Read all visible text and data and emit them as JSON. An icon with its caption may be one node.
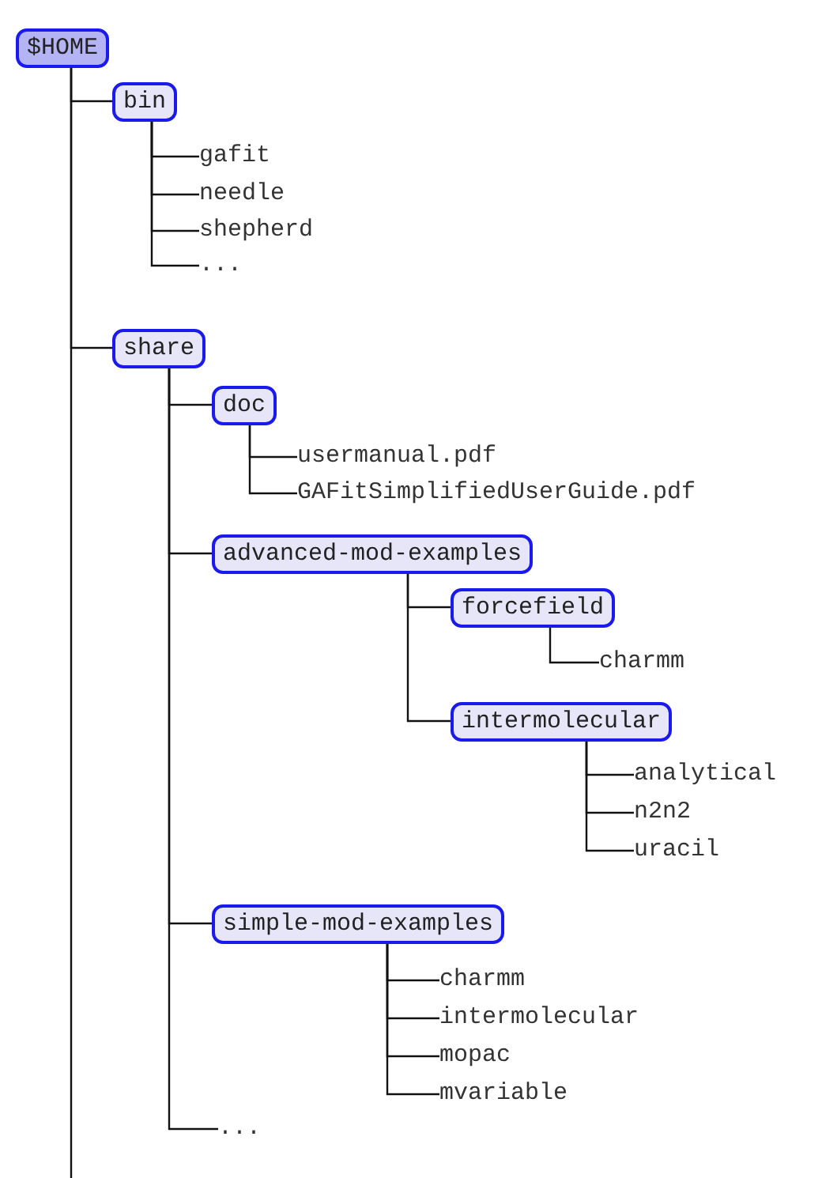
{
  "diagram": {
    "nodes": [
      {
        "text": [
          "$HOME"
        ]
      },
      {
        "text": [
          "bin"
        ]
      },
      {
        "text": [
          "gafit"
        ]
      },
      {
        "text": [
          "needle"
        ]
      },
      {
        "text": [
          "shepherd"
        ]
      },
      {
        "text": [
          "..."
        ]
      },
      {
        "text": [
          "share"
        ]
      },
      {
        "text": [
          "doc"
        ]
      },
      {
        "text": [
          "usermanual.pdf"
        ]
      },
      {
        "text": [
          "GAFitSimplifiedUserGuide.pdf"
        ]
      },
      {
        "text": [
          "advanced-mod-examples"
        ]
      },
      {
        "text": [
          "forcefield"
        ]
      },
      {
        "text": [
          "charmm"
        ]
      },
      {
        "text": [
          "intermolecular"
        ]
      },
      {
        "text": [
          "analytical"
        ]
      },
      {
        "text": [
          "n2n2"
        ]
      },
      {
        "text": [
          "uracil"
        ]
      },
      {
        "text": [
          "simple-mod-examples"
        ]
      },
      {
        "text": [
          "charmm"
        ]
      },
      {
        "text": [
          "intermolecular"
        ]
      },
      {
        "text": [
          "mopac"
        ]
      },
      {
        "text": [
          "mvariable"
        ]
      },
      {
        "text": [
          "..."
        ]
      }
    ],
    "edges": [
      {
        "from": 0,
        "to": 1,
        "arrow": "none"
      },
      {
        "from": 1,
        "to": 2,
        "arrow": "none"
      },
      {
        "from": 1,
        "to": 3,
        "arrow": "none"
      },
      {
        "from": 1,
        "to": 4,
        "arrow": "none"
      },
      {
        "from": 1,
        "to": 5,
        "arrow": "none"
      },
      {
        "from": 0,
        "to": 6,
        "arrow": "none"
      },
      {
        "from": 6,
        "to": 7,
        "arrow": "none"
      },
      {
        "from": 7,
        "to": 8,
        "arrow": "none"
      },
      {
        "from": 7,
        "to": 9,
        "arrow": "none"
      },
      {
        "from": 6,
        "to": 10,
        "arrow": "none"
      },
      {
        "from": 10,
        "to": 11,
        "arrow": "none"
      },
      {
        "from": 11,
        "to": 12,
        "arrow": "none"
      },
      {
        "from": 10,
        "to": 13,
        "arrow": "none"
      },
      {
        "from": 13,
        "to": 14,
        "arrow": "none"
      },
      {
        "from": 13,
        "to": 15,
        "arrow": "none"
      },
      {
        "from": 13,
        "to": 16,
        "arrow": "none"
      },
      {
        "from": 6,
        "to": 17,
        "arrow": "none"
      },
      {
        "from": 17,
        "to": 18,
        "arrow": "none"
      },
      {
        "from": 17,
        "to": 19,
        "arrow": "none"
      },
      {
        "from": 17,
        "to": 20,
        "arrow": "none"
      },
      {
        "from": 17,
        "to": 21,
        "arrow": "none"
      },
      {
        "from": 6,
        "to": 22,
        "arrow": "none"
      },
      {
        "from": 0,
        "to": null,
        "arrow": "none"
      }
    ]
  }
}
